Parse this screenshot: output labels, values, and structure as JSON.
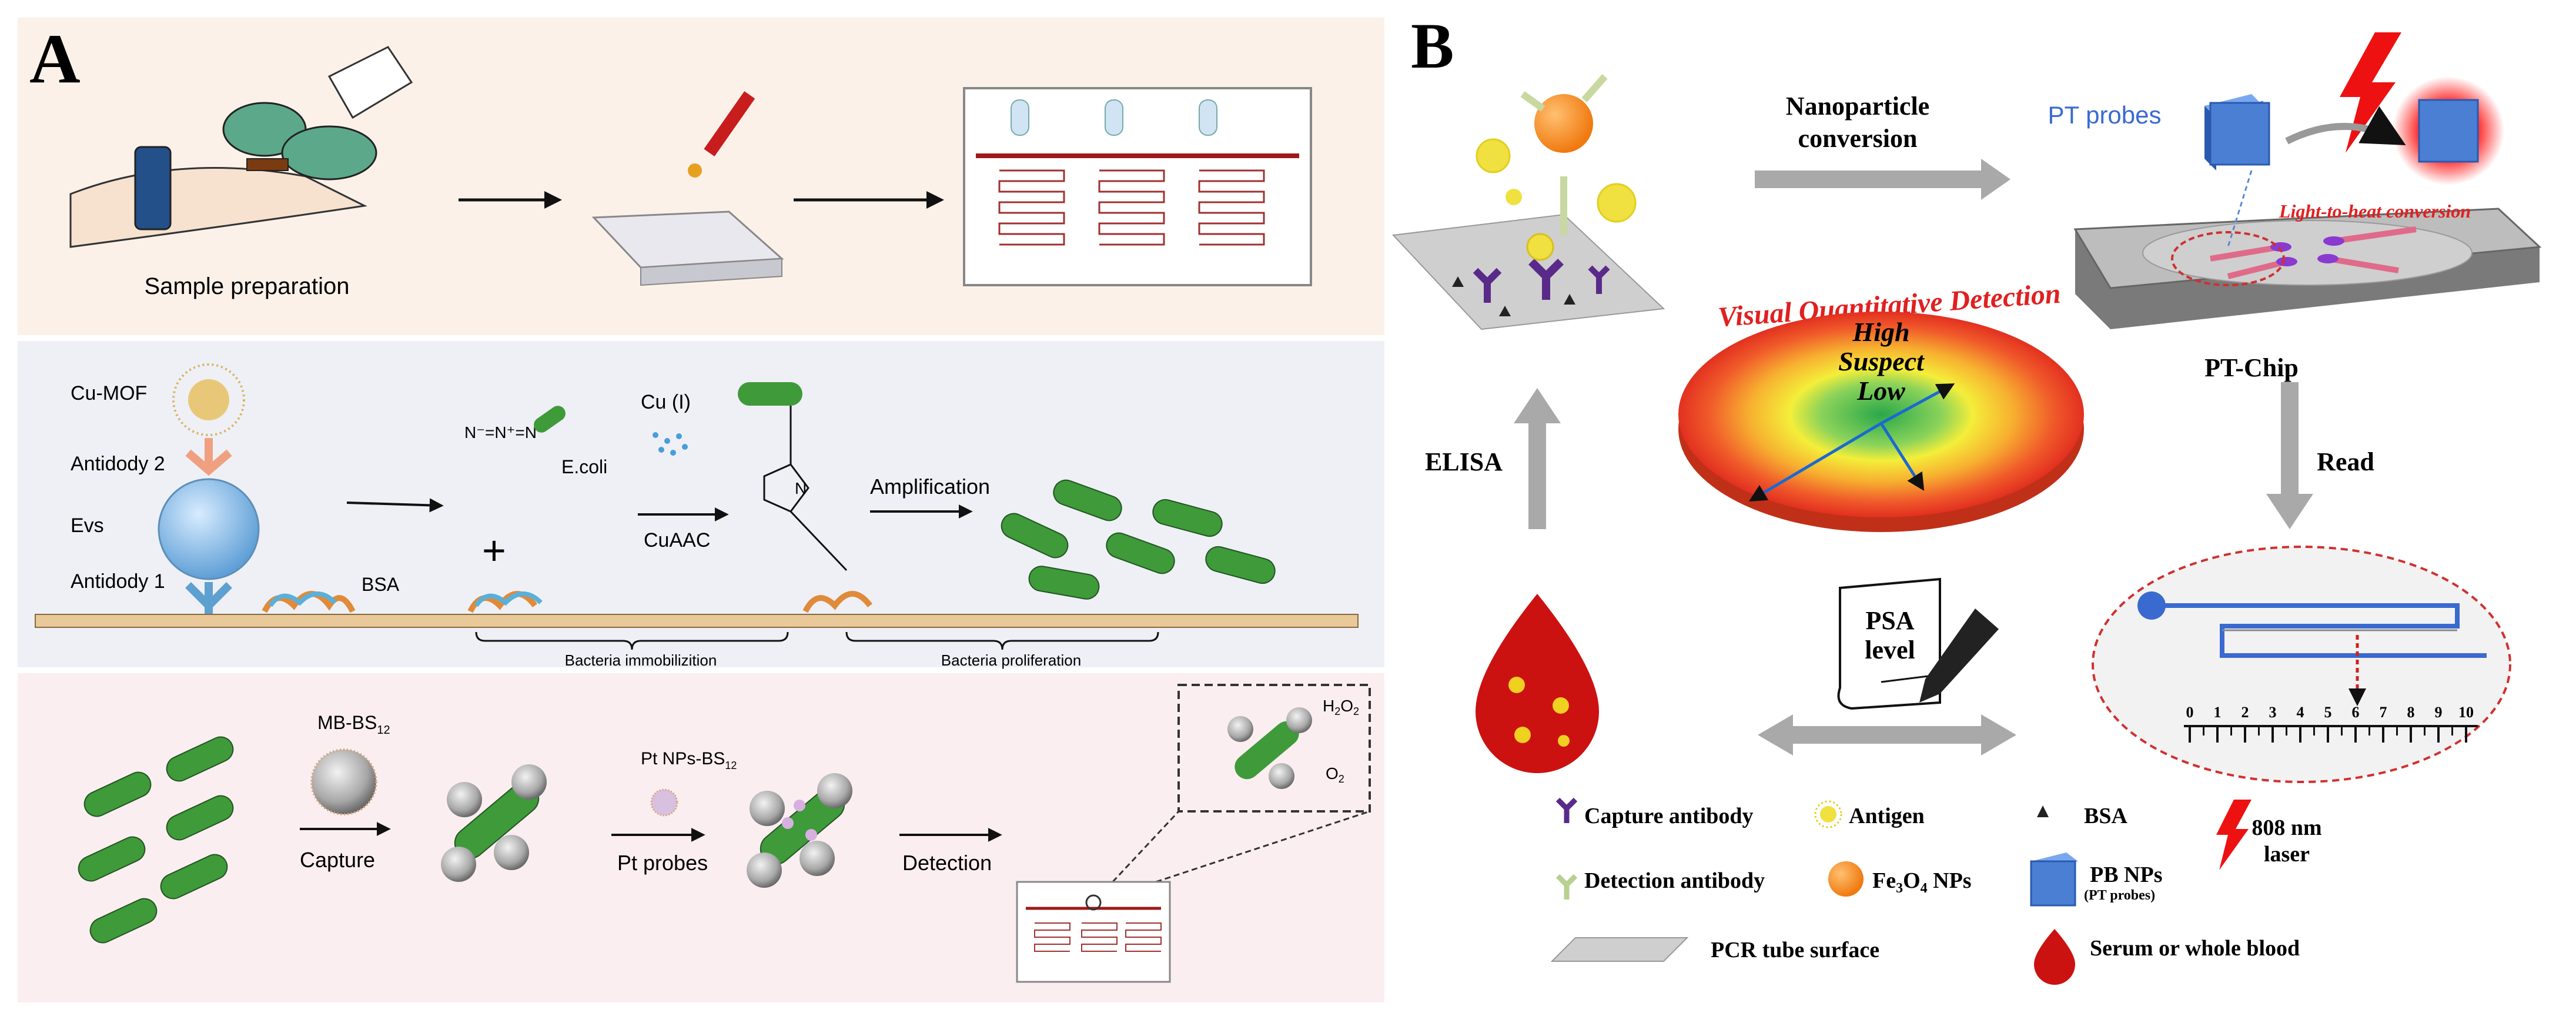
{
  "panel_a": {
    "label": "A",
    "row1": {
      "caption": "Sample preparation"
    },
    "row2": {
      "cu_mof": "Cu-MOF",
      "antibody2": "Antidody 2",
      "evs": "Evs",
      "antibody1": "Antidody 1",
      "bsa": "BSA",
      "ecoli": "E.coli",
      "cu1": "Cu (I)",
      "cuaac": "CuAAC",
      "amplification": "Amplification",
      "plus": "+",
      "bacteria_immobilization": "Bacteria immobilizition",
      "bacteria_proliferation": "Bacteria proliferation"
    },
    "row3": {
      "mb_bs": "MB-BS",
      "mb_sub": "12",
      "capture": "Capture",
      "pt_nps": "Pt NPs-BS",
      "pt_sub": "12",
      "pt_probes": "Pt probes",
      "detection": "Detection",
      "h2o2": "H",
      "h2o2_sub1": "2",
      "h2o2_mid": "O",
      "h2o2_sub2": "2",
      "o2": "O",
      "o2_sub": "2"
    }
  },
  "panel_b": {
    "label": "B",
    "nanoparticle_conversion_1": "Nanoparticle",
    "nanoparticle_conversion_2": "conversion",
    "pt_probes": "PT probes",
    "light_to_heat": "Light-to-heat conversion",
    "visual_detection": "Visual Quantitative Detection",
    "high": "High",
    "suspect": "Suspect",
    "low": "Low",
    "pt_chip": "PT-Chip",
    "elisa": "ELISA",
    "read": "Read",
    "psa_1": "PSA",
    "psa_2": "level",
    "ruler_ticks": [
      "0",
      "1",
      "2",
      "3",
      "4",
      "5",
      "6",
      "7",
      "8",
      "9",
      "10"
    ],
    "legend": {
      "capture_antibody": "Capture antibody",
      "antigen": "Antigen",
      "bsa": "BSA",
      "laser_1": "808 nm",
      "laser_2": "laser",
      "detection_antibody": "Detection antibody",
      "fe3o4": "Fe",
      "fe3o4_sub1": "3",
      "fe3o4_mid": "O",
      "fe3o4_sub2": "4",
      "fe3o4_end": " NPs",
      "pb_nps": "PB NPs",
      "pb_sub": "(PT probes)",
      "pcr_surface": "PCR tube surface",
      "serum": "Serum or whole blood"
    }
  },
  "colors": {
    "row1_bg": "#fbf1e9",
    "row2_bg": "#eef0f6",
    "row3_bg": "#fbeef1",
    "bacteria": "#3f9a3a",
    "arrow_grey": "#a9a9a9",
    "blood": "#cc1111",
    "cube_blue": "#4a7fd4",
    "capture_purple": "#5a2a8a"
  }
}
